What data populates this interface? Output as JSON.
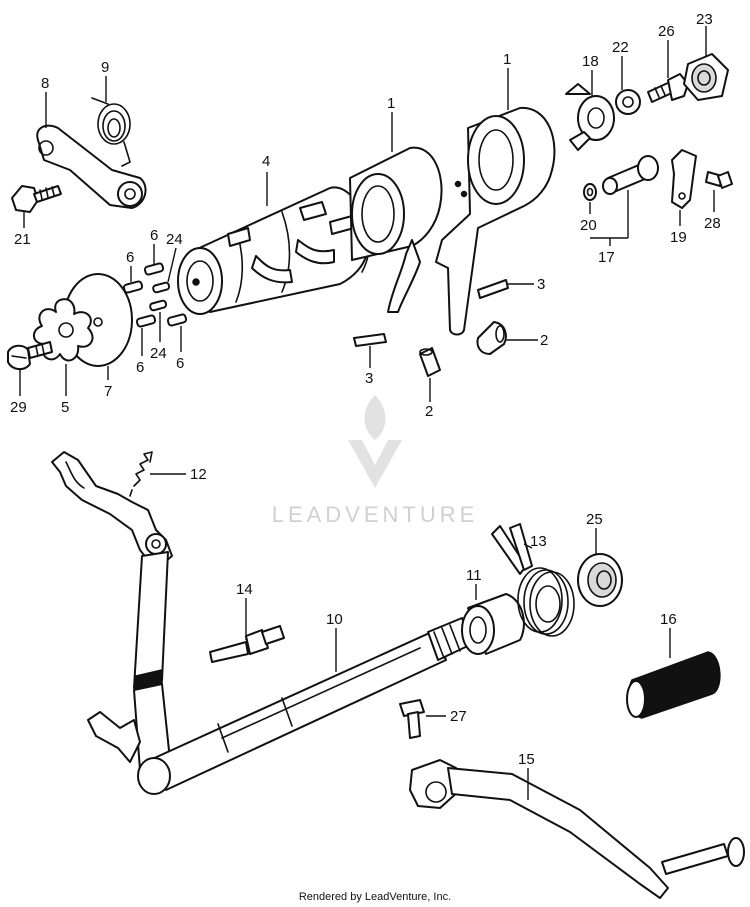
{
  "watermark": {
    "text": "LEADVENTURE",
    "logo": "leadventure-flame-logo"
  },
  "credit": "Rendered by LeadVenture, Inc.",
  "callouts": {
    "c1a": "1",
    "c1b": "1",
    "c2a": "2",
    "c2b": "2",
    "c3a": "3",
    "c3b": "3",
    "c4": "4",
    "c5": "5",
    "c6a": "6",
    "c6b": "6",
    "c6c": "6",
    "c6d": "6",
    "c7": "7",
    "c8": "8",
    "c9": "9",
    "c10": "10",
    "c11": "11",
    "c12": "12",
    "c13": "13",
    "c14": "14",
    "c15": "15",
    "c16": "16",
    "c17": "17",
    "c18": "18",
    "c19": "19",
    "c20": "20",
    "c21": "21",
    "c22": "22",
    "c23": "23",
    "c24a": "24",
    "c24b": "24",
    "c25": "25",
    "c26": "26",
    "c27": "27",
    "c28": "28",
    "c29": "29"
  }
}
